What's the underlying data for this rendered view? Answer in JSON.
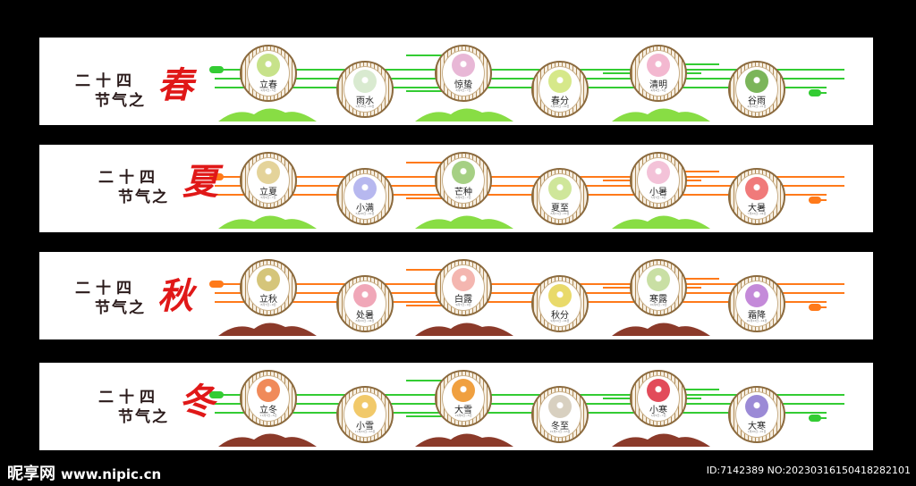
{
  "panels": [
    {
      "line1": "二十四",
      "line2": "节气之",
      "season": "春",
      "line_color": "#33cc33",
      "hill_color": "#88dd44",
      "terms": [
        {
          "name": "立春",
          "date": "2月3日~5日",
          "pic": "#c7e28a",
          "icon": "sprout-icon"
        },
        {
          "name": "雨水",
          "date": "2月18日~20日",
          "pic": "#d9ead0",
          "icon": "grass-icon"
        },
        {
          "name": "惊蛰",
          "date": "3月5日~7日",
          "pic": "#e8b7d6",
          "icon": "blossom-icon"
        },
        {
          "name": "春分",
          "date": "3月20日~22日",
          "pic": "#d6e88a",
          "icon": "flower-icon"
        },
        {
          "name": "清明",
          "date": "4月4日~6日",
          "pic": "#f3b8d0",
          "icon": "blossom-icon"
        },
        {
          "name": "谷雨",
          "date": "4月19日~21日",
          "pic": "#7bb55a",
          "icon": "tree-icon"
        }
      ]
    },
    {
      "line1": "二十四",
      "line2": "节气之",
      "season": "夏",
      "line_color": "#ff7a1a",
      "hill_color": "#88dd44",
      "terms": [
        {
          "name": "立夏",
          "date": "5月5日~7日",
          "pic": "#e4d39a",
          "icon": "leaf-icon"
        },
        {
          "name": "小满",
          "date": "5月20日~22日",
          "pic": "#b7b8ef",
          "icon": "flower-icon"
        },
        {
          "name": "芒种",
          "date": "6月5日~7日",
          "pic": "#a6d084",
          "icon": "cherry-icon"
        },
        {
          "name": "夏至",
          "date": "6月21日~22日",
          "pic": "#cfe69a",
          "icon": "flower-icon"
        },
        {
          "name": "小暑",
          "date": "7月7日~8日",
          "pic": "#f3c2d8",
          "icon": "lotus-icon"
        },
        {
          "name": "大暑",
          "date": "7月22日~24日",
          "pic": "#f07a7a",
          "icon": "watermelon-icon"
        }
      ]
    },
    {
      "line1": "二十四",
      "line2": "节气之",
      "season": "秋",
      "line_color": "#ff7a1a",
      "hill_color": "#8b3a2a",
      "terms": [
        {
          "name": "立秋",
          "date": "8月7日~9日",
          "pic": "#d5c57a",
          "icon": "leaf-icon"
        },
        {
          "name": "处暑",
          "date": "8月22日~24日",
          "pic": "#f0a7b8",
          "icon": "flower-icon"
        },
        {
          "name": "白露",
          "date": "9月7日~9日",
          "pic": "#f4b6b0",
          "icon": "blossom-icon"
        },
        {
          "name": "秋分",
          "date": "9月22日~24日",
          "pic": "#e9da6a",
          "icon": "flower-icon"
        },
        {
          "name": "寒露",
          "date": "10月8日~9日",
          "pic": "#c9dfa4",
          "icon": "leaf-icon"
        },
        {
          "name": "霜降",
          "date": "10月23日~24日",
          "pic": "#c48ad9",
          "icon": "flower-icon"
        }
      ]
    },
    {
      "line1": "二十四",
      "line2": "节气之",
      "season": "冬",
      "line_color": "#33cc33",
      "hill_color": "#8b3a2a",
      "terms": [
        {
          "name": "立冬",
          "date": "11月7日~8日",
          "pic": "#f08a5a",
          "icon": "maple-icon"
        },
        {
          "name": "小雪",
          "date": "11月22日~23日",
          "pic": "#f1c96a",
          "icon": "flower-icon"
        },
        {
          "name": "大雪",
          "date": "12月6日~8日",
          "pic": "#f0a040",
          "icon": "bird-of-paradise-icon"
        },
        {
          "name": "冬至",
          "date": "12月21日~23日",
          "pic": "#d8d0c0",
          "icon": "branch-icon"
        },
        {
          "name": "小寒",
          "date": "1月5日~7日",
          "pic": "#e24b5a",
          "icon": "plum-blossom-icon"
        },
        {
          "name": "大寒",
          "date": "1月20日~21日",
          "pic": "#9b8ad6",
          "icon": "flower-icon"
        }
      ]
    }
  ],
  "footer": {
    "brand": "昵享网",
    "url": "www.nipic.cn",
    "id_text": "ID:7142389 NO:20230316150418282101"
  }
}
